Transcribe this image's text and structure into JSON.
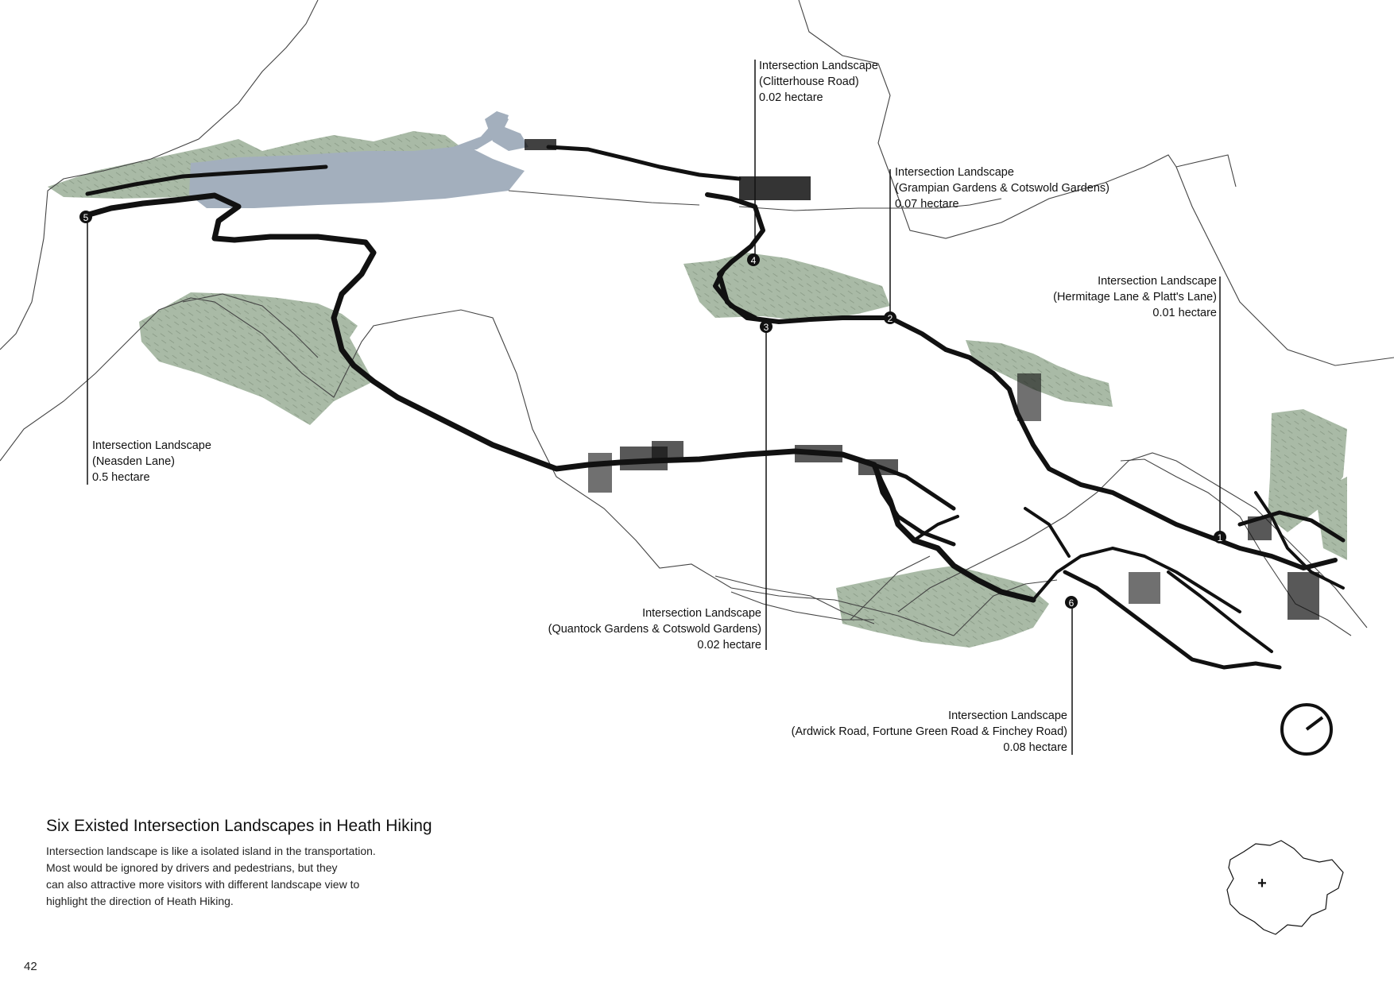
{
  "title": "Six Existed Intersection Landscapes in Heath Hiking",
  "description": [
    "Intersection landscape is like a isolated island in the transportation.",
    "Most would be ignored by drivers and pedestrians, but they",
    "can also attractive more visitors with different landscape view to",
    "highlight the direction of Heath Hiking."
  ],
  "page_number": "42",
  "colors": {
    "green": "#a9baa6",
    "water": "#a3afbd",
    "road": "#111111",
    "outline": "#444444"
  },
  "intersections": [
    {
      "marker": "1",
      "lines": [
        "Intersection Landscape",
        "(Hermitage Lane & Platt's Lane)",
        "0.01 hectare"
      ]
    },
    {
      "marker": "2",
      "lines": [
        "Intersection Landscape",
        "(Grampian Gardens & Cotswold Gardens)",
        "0.07 hectare"
      ]
    },
    {
      "marker": "3",
      "lines": [
        "Intersection Landscape",
        "(Quantock Gardens & Cotswold Gardens)",
        "0.02 hectare"
      ]
    },
    {
      "marker": "4",
      "lines": [
        "Intersection Landscape",
        "(Clitterhouse Road)",
        "0.02 hectare"
      ]
    },
    {
      "marker": "5",
      "lines": [
        "Intersection Landscape",
        "(Neasden Lane)",
        "0.5 hectare"
      ]
    },
    {
      "marker": "6",
      "lines": [
        "Intersection Landscape",
        "(Ardwick Road, Fortune Green Road & Finchey Road)",
        "0.08 hectare"
      ]
    }
  ],
  "locator_mark": "+",
  "icons": [
    "compass-icon",
    "london-outline-icon"
  ]
}
